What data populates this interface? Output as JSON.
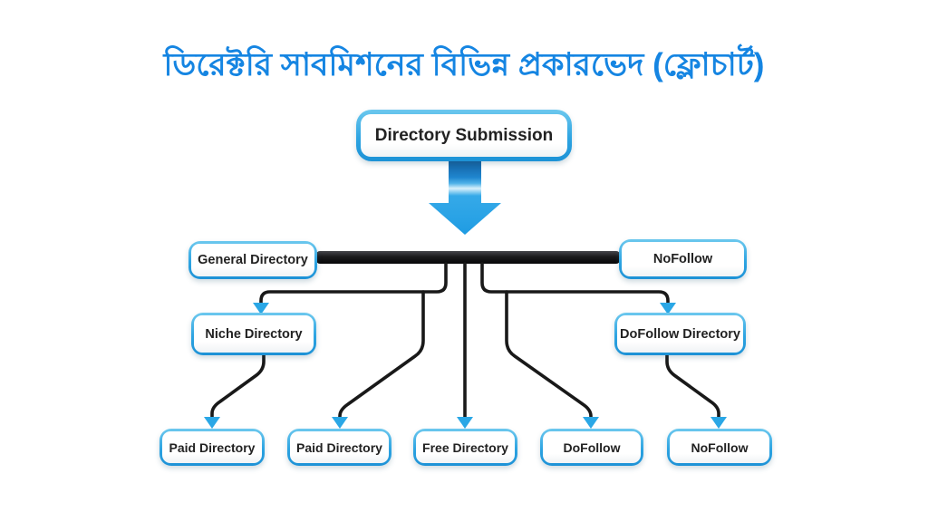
{
  "title": {
    "text": "ডিরেক্টরি সাবমিশনের বিভিন্ন প্রকারভেদ (ফ্লোচার্ট)",
    "color": "#1585e2"
  },
  "flowchart": {
    "root": {
      "label": "Directory Submission"
    },
    "level1": [
      {
        "label": "General Directory"
      },
      {
        "label": "NoFollow"
      }
    ],
    "level2": [
      {
        "label": "Niche Directory"
      },
      {
        "label": "DoFollow Directory"
      }
    ],
    "level3": [
      {
        "label": "Paid Directory"
      },
      {
        "label": "Paid Directory"
      },
      {
        "label": "Free Directory"
      },
      {
        "label": "DoFollow"
      },
      {
        "label": "NoFollow"
      }
    ],
    "colors": {
      "node_border_blue": "#2da4e2",
      "big_arrow_blue": "#2aa7e6",
      "arrowhead_blue": "#2aa7e6",
      "connector_black": "#191919",
      "bar_black": "#151517",
      "node_text": "#222222"
    }
  }
}
